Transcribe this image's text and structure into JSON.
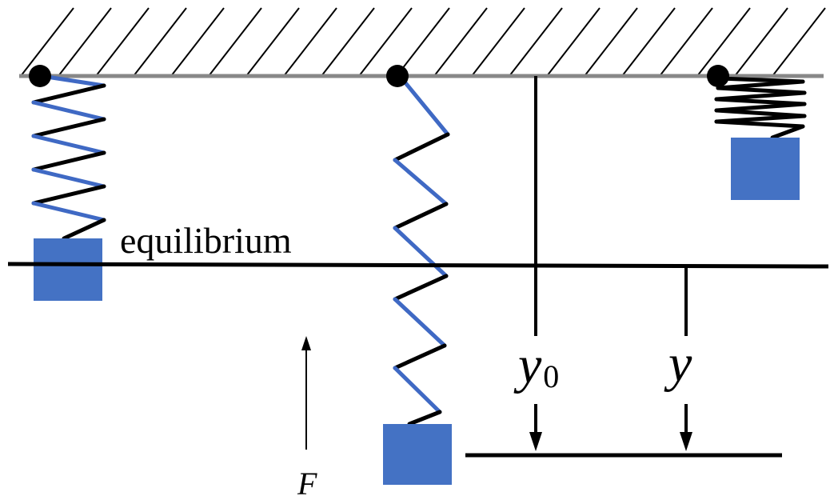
{
  "diagram": {
    "labels": {
      "equilibrium": "equilibrium",
      "y0_base": "y",
      "y0_sub": "0",
      "y": "y",
      "force": "F"
    },
    "colors": {
      "spring_blue": "#3f69c4",
      "spring_black": "#000000",
      "mass": "#4472c4",
      "lines": "#000000",
      "ceiling_line": "#888888"
    }
  }
}
